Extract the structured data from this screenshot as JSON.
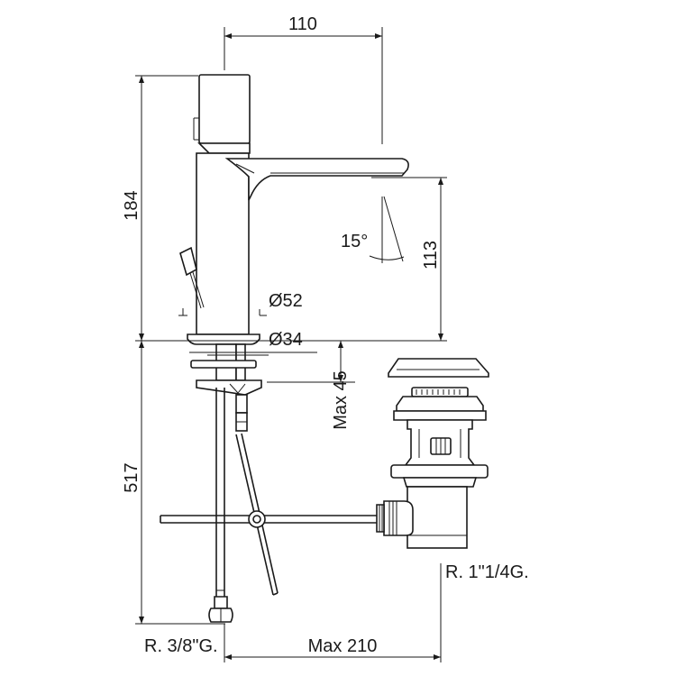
{
  "dimensions": {
    "spout_reach": "110",
    "total_height": "184",
    "spout_height": "113",
    "spout_angle": "15°",
    "base_diameter": "Ø52",
    "hole_diameter": "Ø34",
    "max_deck_thickness": "Max 45",
    "flexible_hose_length": "517",
    "max_waste_distance": "Max 210"
  },
  "connections": {
    "supply_thread": "R. 3/8\"G.",
    "waste_thread": "R. 1\"1/4G."
  }
}
